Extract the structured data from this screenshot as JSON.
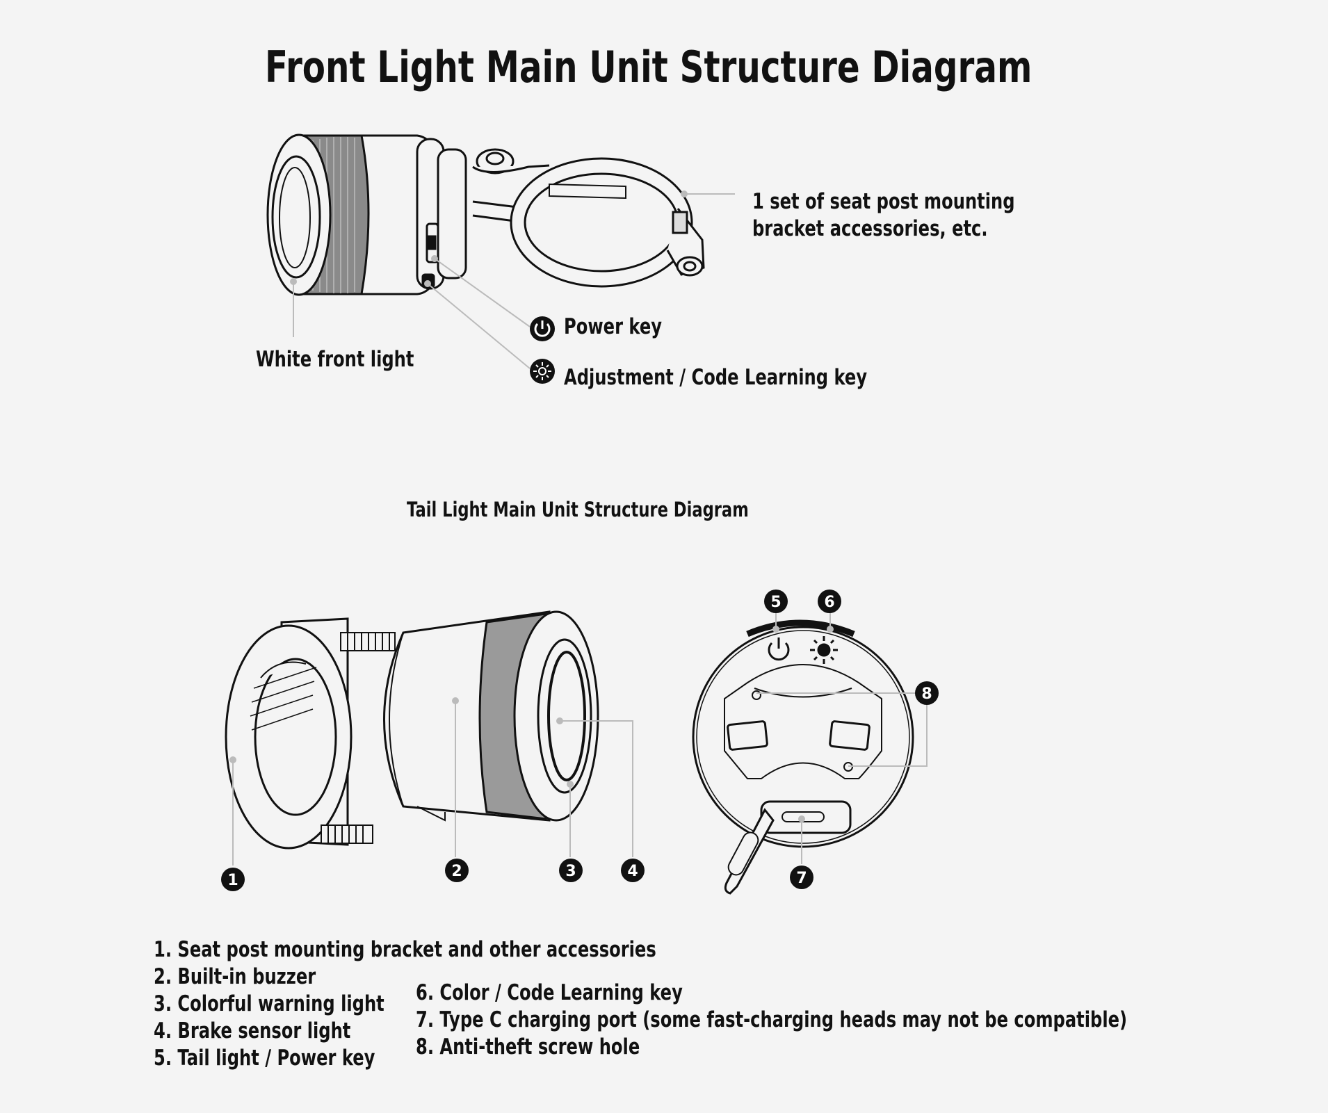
{
  "front": {
    "title": "Front Light Main Unit Structure Diagram",
    "labels": {
      "mount": [
        "1 set of seat post mounting",
        "bracket accessories, etc."
      ],
      "white_light": "White front light",
      "power_key": "Power key",
      "adjust_key": "Adjustment / Code Learning key"
    }
  },
  "tail": {
    "title": "Tail Light Main Unit Structure Diagram",
    "markers": [
      "1",
      "2",
      "3",
      "4",
      "5",
      "6",
      "7",
      "8"
    ],
    "legend_left": [
      "1. Seat post mounting bracket and other accessories",
      "2. Built-in buzzer",
      "3. Colorful warning light",
      "4. Brake sensor light",
      "5. Tail light / Power key"
    ],
    "legend_right": [
      "6. Color / Code Learning key",
      "7. Type C charging port (some fast-charging heads may not be compatible)",
      "8. Anti-theft screw hole"
    ]
  },
  "icons": [
    "power-icon",
    "sun-icon"
  ],
  "colors": {
    "background": "#f4f4f4",
    "ink": "#111111",
    "band": "#9a9a9a",
    "leader": "#bbbbbb"
  }
}
